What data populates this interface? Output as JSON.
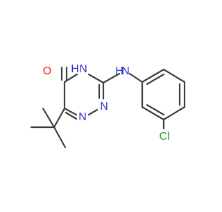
{
  "molecule": {
    "atoms": {
      "oxygen": "O",
      "ring_nh_h": "H",
      "ring_nh_n": "N",
      "amine_h": "H",
      "amine_n": "N",
      "triazine_n2": "N",
      "triazine_n1": "N",
      "chlorine": "Cl"
    }
  },
  "colors": {
    "bond": "#3c3c3c",
    "oxygen": "#e8231e",
    "nitrogen": "#2c32c8",
    "chlorine": "#2ca02c",
    "background": "#ffffff"
  }
}
